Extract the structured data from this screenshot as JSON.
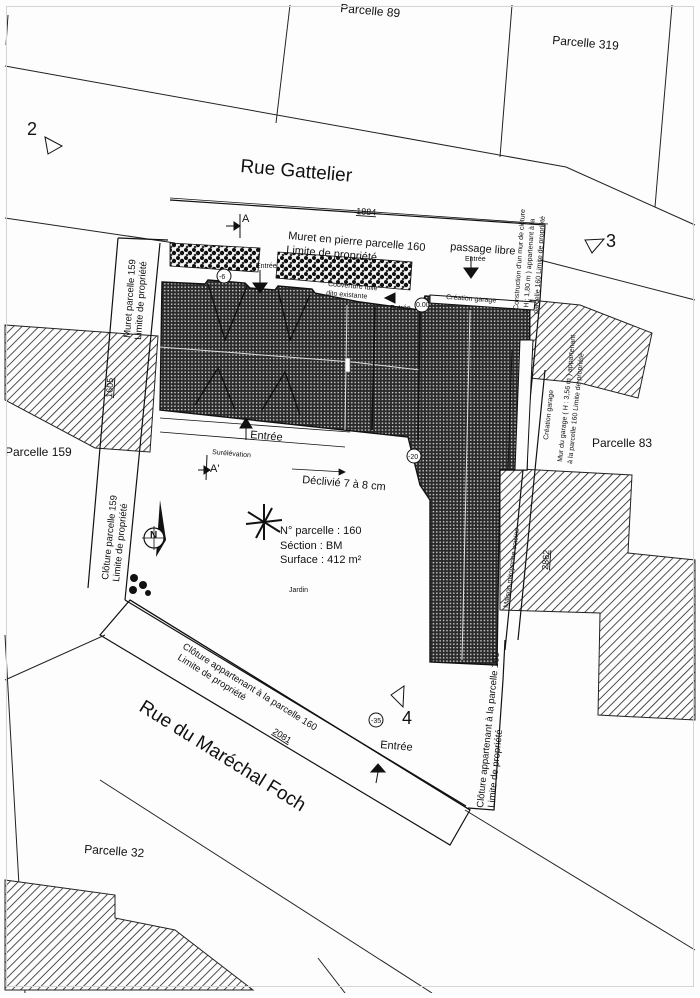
{
  "plan": {
    "type": "site plan (plan de masse)",
    "streets": {
      "north": "Rue Gattelier",
      "south": "Rue du Maréchal Foch"
    },
    "parcels": {
      "top_center": "Parcelle 89",
      "top_right": "Parcelle 319",
      "left": "Parcelle 159",
      "right": "Parcelle 83",
      "bottom_left": "Parcelle 32"
    },
    "view_points": [
      {
        "id": "2",
        "label": "2"
      },
      {
        "id": "3",
        "label": "3"
      },
      {
        "id": "4",
        "label": "4"
      }
    ],
    "section_markers": {
      "a": "A",
      "a_prime": "A'"
    },
    "dimensions": {
      "north": "1884",
      "west": "1605",
      "east": "2862",
      "south": "2081"
    },
    "levels": {
      "north_entry": "-6",
      "garage": "0.00",
      "corner": "-20",
      "south": "-35"
    },
    "annotations": {
      "muret_pierre_line1": "Muret en pierre parcelle 160",
      "muret_pierre_line2": "Limite de propriété",
      "passage_libre": "passage libre",
      "entree_passage": "Entrée",
      "entree_north": "Entrée",
      "entree_garage": "Entrée",
      "entree_house": "Entrée",
      "entree_south": "Entrée",
      "couverture_line1": "Couverture tuile",
      "couverture_line2": "dito existante",
      "creation_garage_top": "Création garage",
      "creation_garage_side": "Création garage",
      "construction_mur_line1": "Construction d'un mur de clôture",
      "construction_mur_line2": "( H : 1,80 m ) appartenant à la",
      "construction_mur_line3": "parcelle 160 Limite de propriété",
      "mur_garage_line1": "Mur du garage ( H : 3,56 m ) appartenant",
      "mur_garage_line2": "à la parcelle 160 Limite de propriété",
      "muret_159_line1": "Muret parcelle 159",
      "muret_159_line2": "Limite de propriété",
      "surelevation": "Surélévation",
      "declivite": "Déclivié 7 à 8 cm",
      "cloture_159_line1": "Clôture parcelle 159",
      "cloture_159_line2": "Limite de propriété",
      "maison_mitoyenne": "Maison mitoyenne voisine",
      "cloture_south_line1": "Clôture appartenant à la parcelle 160",
      "cloture_south_line2": "Limite de propriété",
      "cloture_east_line1": "Clôture appartenant à la parcelle 160",
      "cloture_east_line2": "Limite de propriété",
      "jardin": "Jardin"
    },
    "parcel_info": {
      "numero": "N° parcelle : 160",
      "section": "Séction : BM",
      "surface": "Surface : 412 m²"
    },
    "north_arrow": "N",
    "colors": {
      "ink": "#111111",
      "roof": "#2a2a2a",
      "paper": "#fdfdfd",
      "hatch": "#222222"
    }
  }
}
